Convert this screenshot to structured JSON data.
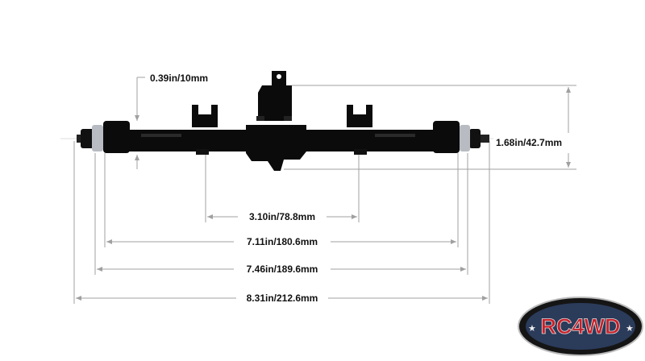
{
  "dimensions": {
    "flange_height": "0.39in/10mm",
    "overall_height": "1.68in/42.7mm",
    "link_mount_spacing": "3.10in/78.8mm",
    "knuckle_width": "7.11in/180.6mm",
    "hub_width": "7.46in/189.6mm",
    "overall_width": "8.31in/212.6mm"
  },
  "logo": {
    "text": "RC4WD",
    "colors": {
      "red": "#c8202a",
      "dark": "#151515"
    }
  },
  "colors": {
    "axle": "#0b0b0b",
    "nut": "#b8bcc2",
    "dim_line": "#9a9a9a"
  }
}
